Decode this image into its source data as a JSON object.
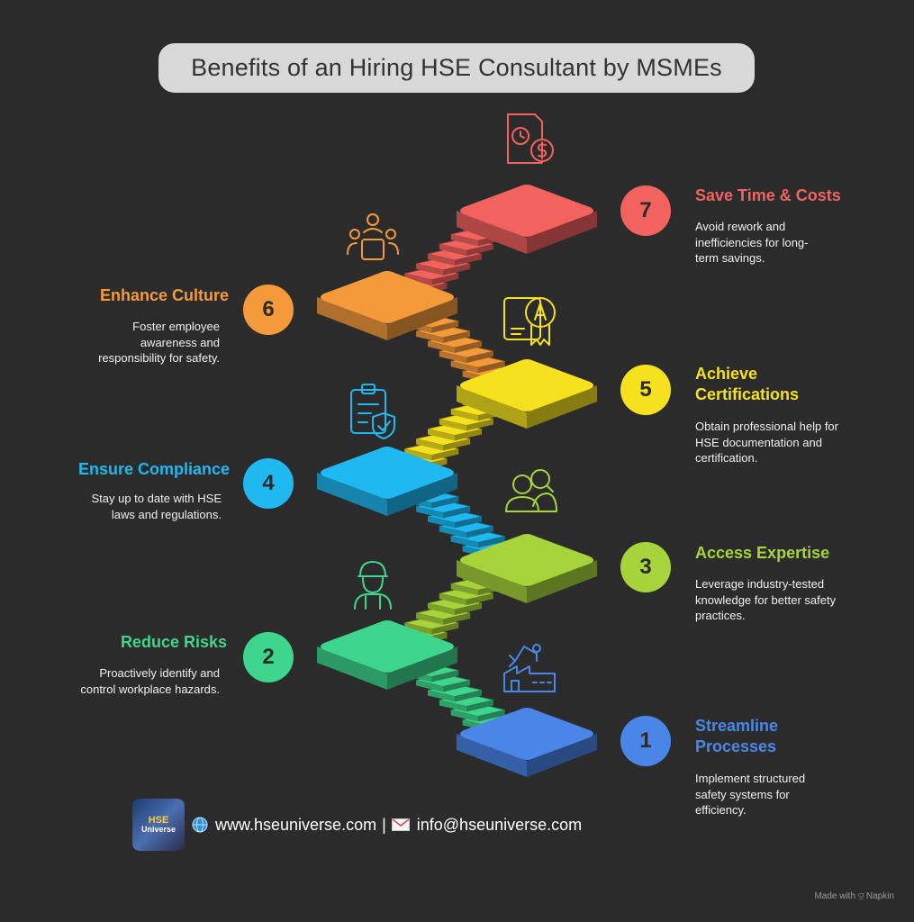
{
  "title": "Benefits of an Hiring HSE Consultant by MSMEs",
  "steps": [
    {
      "num": "1",
      "title": "Streamline Processes",
      "desc": "Implement structured safety systems for efficiency.",
      "color": "#4a86e8",
      "side": "right",
      "icon": "factory-robot-arm-icon"
    },
    {
      "num": "2",
      "title": "Reduce Risks",
      "desc": "Proactively identify and control workplace hazards.",
      "color": "#3dd68c",
      "side": "left",
      "icon": "worker-helmet-icon"
    },
    {
      "num": "3",
      "title": "Access Expertise",
      "desc": "Leverage industry-tested knowledge for better safety practices.",
      "color": "#a6d43a",
      "side": "right",
      "icon": "experts-people-icon"
    },
    {
      "num": "4",
      "title": "Ensure Compliance",
      "desc": "Stay up to date with HSE laws and regulations.",
      "color": "#1fb8f0",
      "side": "left",
      "icon": "clipboard-shield-icon"
    },
    {
      "num": "5",
      "title": "Achieve Certifications",
      "desc": "Obtain professional help for HSE documentation and certification.",
      "color": "#f5e11e",
      "side": "right",
      "icon": "certificate-award-icon"
    },
    {
      "num": "6",
      "title": "Enhance Culture",
      "desc": "Foster employee awareness and responsibility for safety.",
      "color": "#f59a3a",
      "side": "left",
      "icon": "team-meeting-icon"
    },
    {
      "num": "7",
      "title": "Save Time & Costs",
      "desc": "Avoid rework and inefficiencies for long-term savings.",
      "color": "#f2635f",
      "side": "right",
      "icon": "time-money-document-icon"
    }
  ],
  "footer": {
    "logo_line1": "HSE",
    "logo_line2": "Universe",
    "website": "www.hseuniverse.com",
    "separator": "|",
    "email": "info@hseuniverse.com"
  },
  "watermark": "Made with",
  "watermark_brand": "Napkin"
}
